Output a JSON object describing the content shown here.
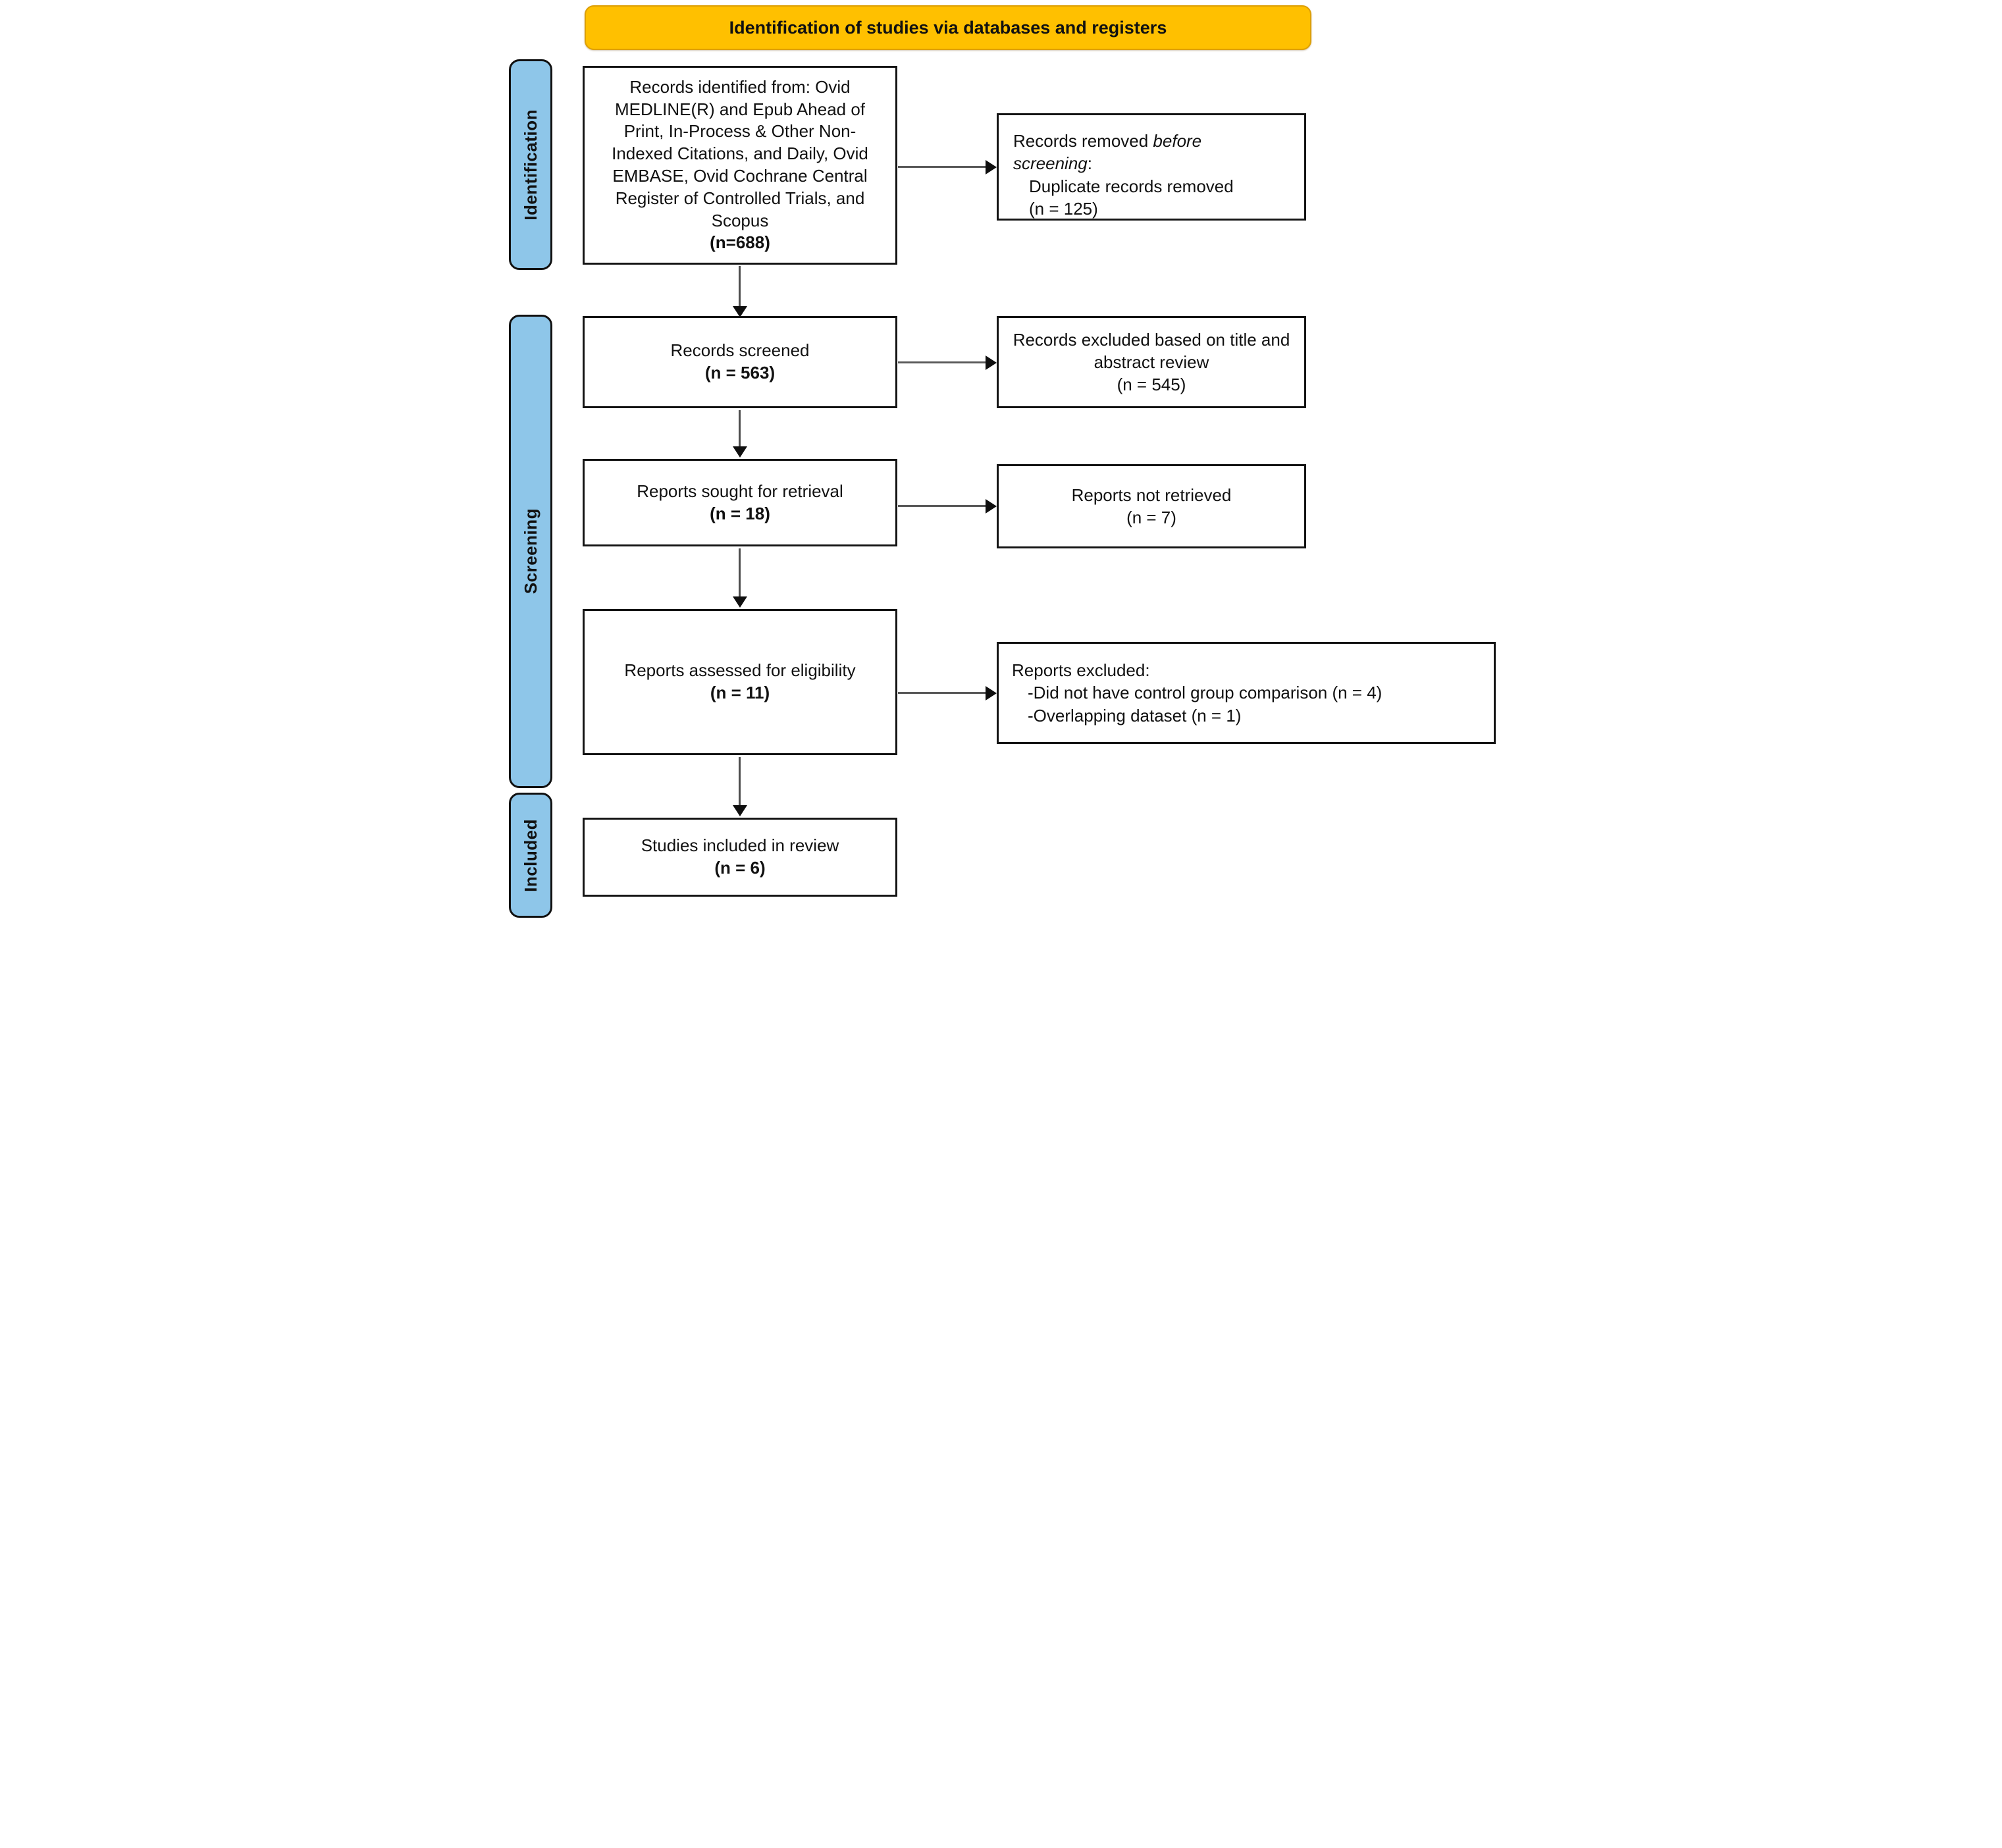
{
  "title_banner": "Identification of studies via databases and registers",
  "colors": {
    "banner_bg": "#FFC000",
    "stage_label_bg": "#8EC6E9",
    "box_border": "#141414",
    "arrow_line": "#595959",
    "arrow_head": "#0f0f0f"
  },
  "stages": {
    "identification": "Identification",
    "screening": "Screening",
    "included": "Included"
  },
  "flow_boxes": {
    "identified": {
      "text": "Records identified from: Ovid MEDLINE(R) and Epub Ahead of Print, In-Process & Other Non-Indexed Citations, and Daily, Ovid EMBASE, Ovid Cochrane Central Register of Controlled Trials, and Scopus",
      "n": "(n=688)"
    },
    "screened": {
      "text": "Records screened",
      "n": "(n = 563)"
    },
    "sought": {
      "text": "Reports sought for retrieval",
      "n": "(n = 18)"
    },
    "assessed": {
      "text": "Reports assessed for eligibility",
      "n": "(n = 11)"
    },
    "included": {
      "text": "Studies included in review",
      "n": "(n = 6)"
    }
  },
  "side_boxes": {
    "removed_before_screening": {
      "line1_text": "Records removed ",
      "line1_italic": "before",
      "line2_italic": "screening",
      "line2_colon": ":",
      "indented": [
        "Duplicate records removed",
        "(n = 125)"
      ]
    },
    "excluded_title_abstract": {
      "text": "Records excluded based on title and abstract review",
      "n": "(n = 545)"
    },
    "not_retrieved": {
      "text": "Reports not retrieved",
      "n": "(n = 7)"
    },
    "reports_excluded": {
      "title": "Reports excluded:",
      "reasons": [
        "-Did not have control group comparison (n = 4)",
        "-Overlapping dataset (n = 1)"
      ]
    }
  }
}
